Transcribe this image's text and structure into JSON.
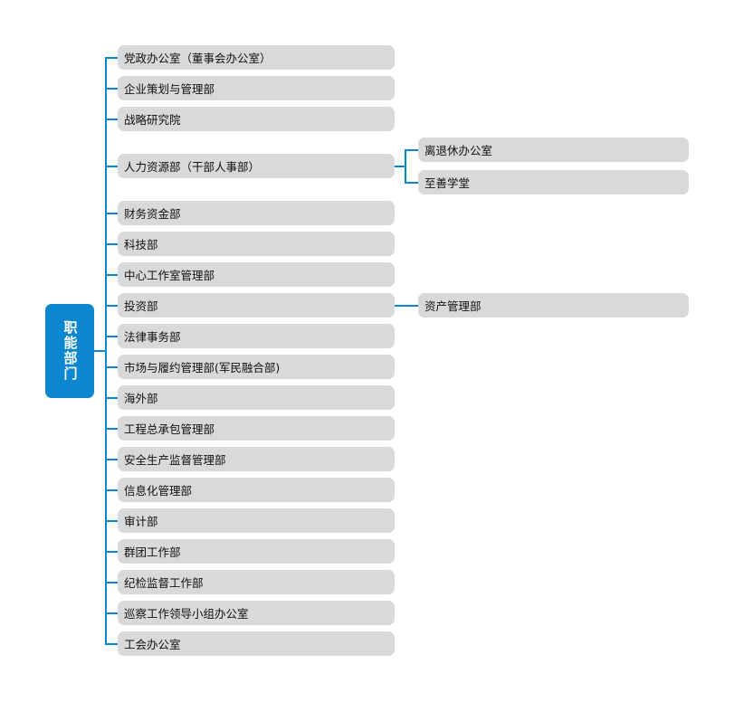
{
  "diagram": {
    "root": {
      "label": "职能部门"
    },
    "colors": {
      "accent": "#0b86cf",
      "node_bg": "#d9d9d9",
      "text": "#111111"
    },
    "departments": [
      {
        "label": "党政办公室（董事会办公室）"
      },
      {
        "label": "企业策划与管理部"
      },
      {
        "label": "战略研究院"
      },
      {
        "label": "人力资源部（干部人事部）",
        "children": [
          "离退休办公室",
          "至善学堂"
        ]
      },
      {
        "label": "财务资金部"
      },
      {
        "label": "科技部"
      },
      {
        "label": "中心工作室管理部"
      },
      {
        "label": "投资部",
        "children": [
          "资产管理部"
        ]
      },
      {
        "label": "法律事务部"
      },
      {
        "label": "市场与履约管理部(军民融合部)"
      },
      {
        "label": "海外部"
      },
      {
        "label": "工程总承包管理部"
      },
      {
        "label": "安全生产监督管理部"
      },
      {
        "label": "信息化管理部"
      },
      {
        "label": "审计部"
      },
      {
        "label": "群团工作部"
      },
      {
        "label": "纪检监督工作部"
      },
      {
        "label": "巡察工作领导小组办公室"
      },
      {
        "label": "工会办公室"
      }
    ]
  }
}
